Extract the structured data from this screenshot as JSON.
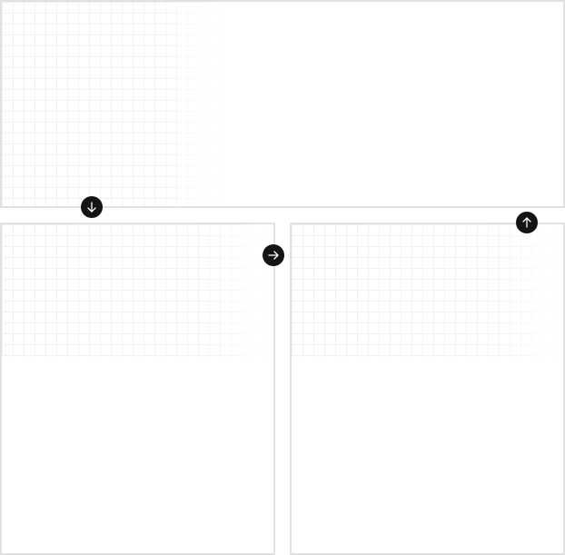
{
  "panels": [
    {
      "id": "top",
      "grid": "visible"
    },
    {
      "id": "bottom-left",
      "grid": "visible"
    },
    {
      "id": "bottom-right",
      "grid": "visible"
    }
  ],
  "connectors": [
    {
      "icon": "arrow-down-icon",
      "direction": "down"
    },
    {
      "icon": "arrow-right-icon",
      "direction": "right"
    },
    {
      "icon": "arrow-up-icon",
      "direction": "up"
    }
  ],
  "colors": {
    "panel_border": "#e1e1e1",
    "grid_line": "#f1f1f1",
    "arrow_button_bg": "#141414",
    "arrow_icon": "#ffffff",
    "background": "#ffffff"
  }
}
